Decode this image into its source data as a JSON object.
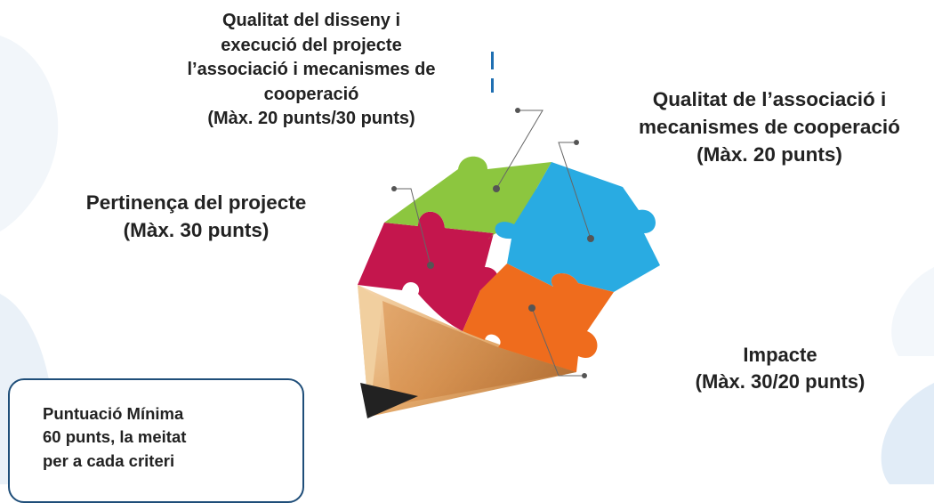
{
  "labels": {
    "design": {
      "lines": [
        "Qualitat del disseny i",
        "execució del projecte",
        "l’associació i mecanismes de",
        "cooperació",
        "(Màx. 20 punts/30 punts)"
      ]
    },
    "partnership": {
      "lines": [
        "Qualitat de l’associació i",
        "mecanismes de cooperació",
        "(Màx. 20 punts)"
      ]
    },
    "relevance": {
      "lines": [
        "Pertinença del projecte",
        "(Màx. 30 punts)"
      ]
    },
    "impact": {
      "lines": [
        "Impacte",
        "(Màx. 30/20 punts)"
      ]
    }
  },
  "minimum_score": {
    "lines": [
      "Puntuació Mínima",
      "60 punts, la meitat",
      "per a cada criteri"
    ]
  },
  "colors": {
    "green_piece": "#8cc63f",
    "blue_piece": "#29abe2",
    "red_piece": "#c4164d",
    "orange_piece": "#ef6c1d",
    "pencil_wood": "#e8b882",
    "pencil_tip": "#222222",
    "box_border": "#1f4e79",
    "text": "#222222"
  }
}
